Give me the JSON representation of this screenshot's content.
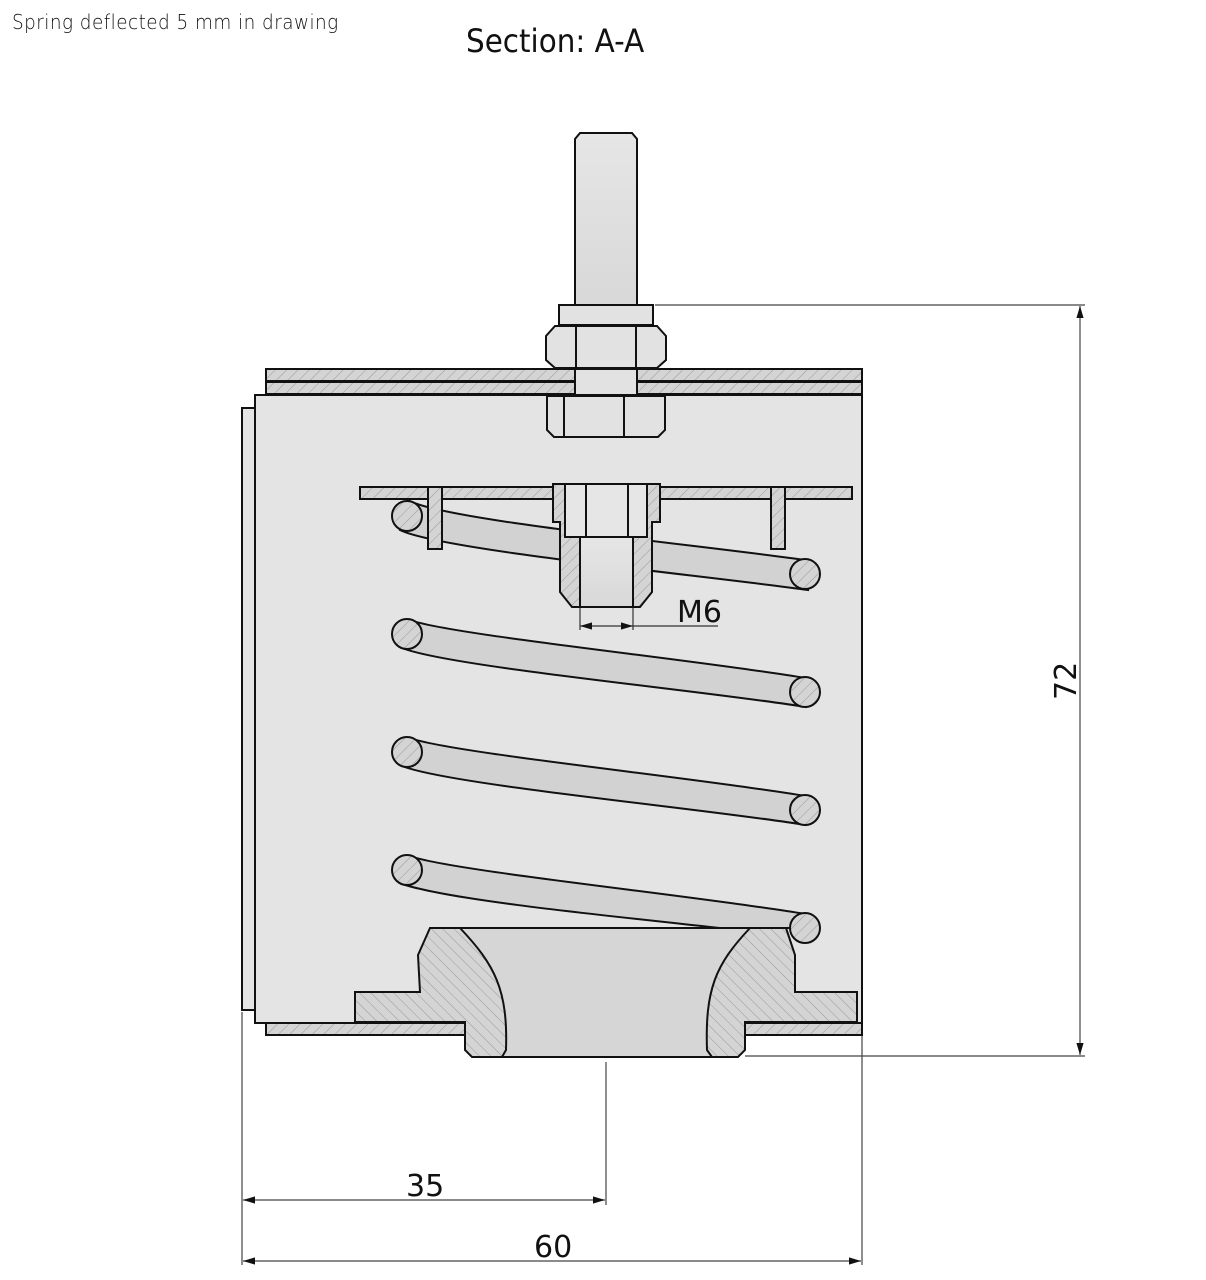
{
  "header": {
    "note": "Spring deflected 5 mm in drawing",
    "title": "Section: A-A"
  },
  "dimensions": {
    "height": "72",
    "offset_to_center": "35",
    "width": "60",
    "thread": "M6"
  },
  "colors": {
    "line": "#111111",
    "body_fill": "#e4e4e4",
    "part_fill": "#d2d2d2",
    "hatch": "#9a9a9a",
    "dim_line": "#555555"
  }
}
